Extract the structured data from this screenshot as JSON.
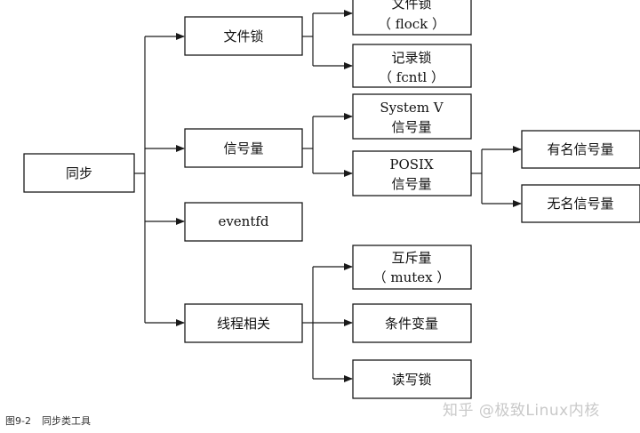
{
  "diagram": {
    "root": "同步",
    "categories": {
      "file_lock": "文件锁",
      "semaphore": "信号量",
      "eventfd": "eventfd",
      "thread": "线程相关"
    },
    "file_lock_items": {
      "flock": [
        "文件锁",
        "（ flock ）"
      ],
      "fcntl": [
        "记录锁",
        "（ fcntl ）"
      ]
    },
    "semaphore_items": {
      "system_v": [
        "System V",
        "信号量"
      ],
      "posix": [
        "POSIX",
        "信号量"
      ]
    },
    "posix_items": {
      "named": "有名信号量",
      "unnamed": "无名信号量"
    },
    "thread_items": {
      "mutex": [
        "互斥量",
        "（ mutex ）"
      ],
      "condvar": "条件变量",
      "rwlock": "读写锁"
    }
  },
  "caption": {
    "figure_no": "图9-2",
    "text": "同步类工具"
  },
  "watermark": "知乎 @极致Linux内核"
}
